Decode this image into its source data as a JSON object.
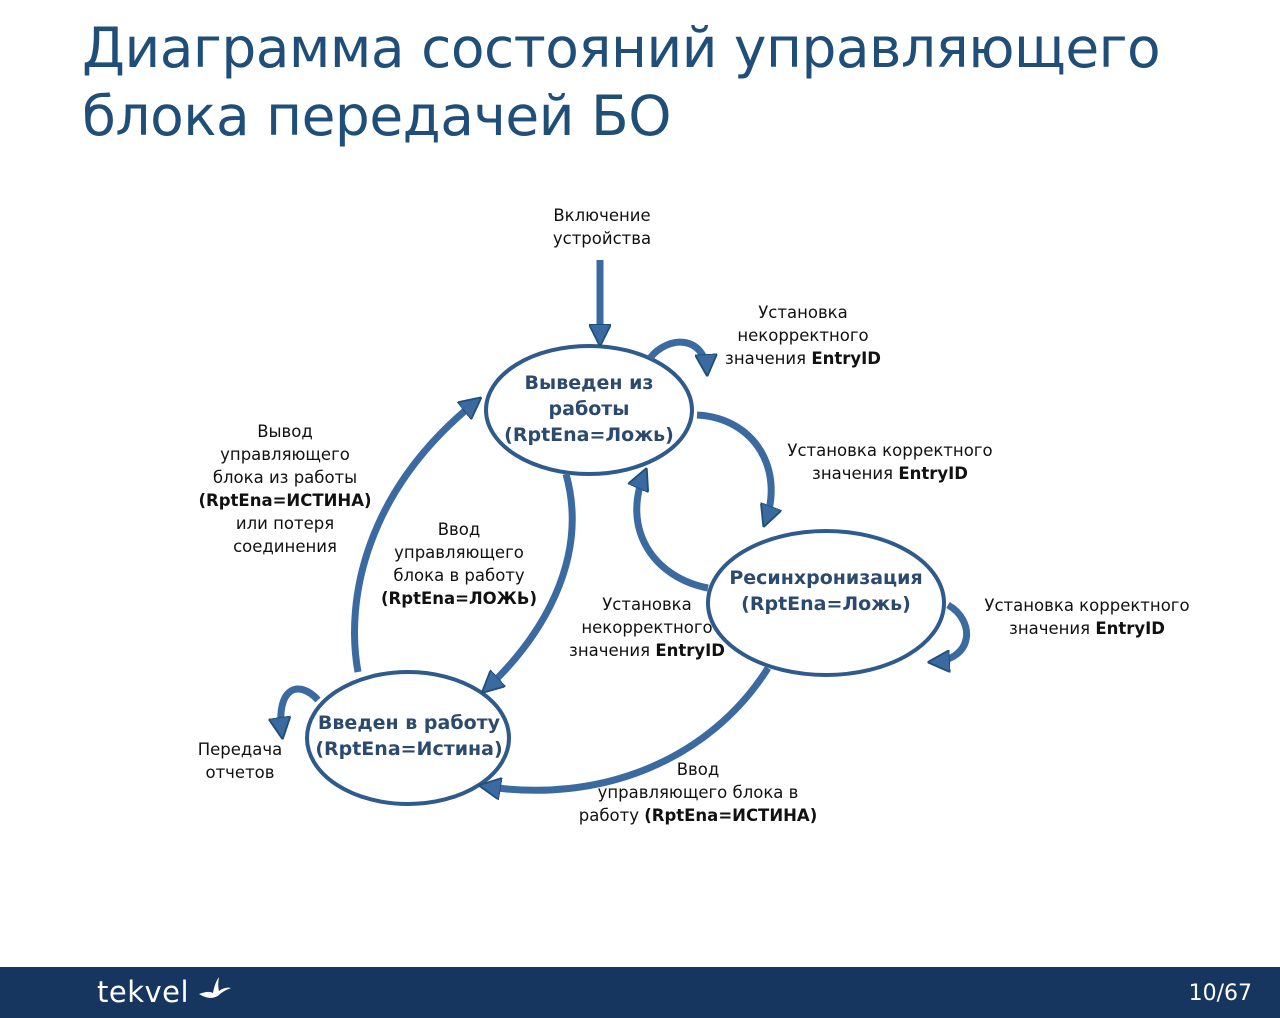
{
  "slide": {
    "title_line1": "Диаграмма состояний управляющего",
    "title_line2": "блока передачей БО",
    "page_number": "10/67",
    "logo_text": "tekvel"
  },
  "colors": {
    "title": "#1f4e79",
    "ellipse_stroke": "#2f5a8c",
    "arrow": "#3b6aa0",
    "footer": "#16365f",
    "state_text": "#2c4a6e"
  },
  "states": {
    "out_of_service": {
      "line1": "Выведен из",
      "line2": "работы",
      "line3": "(RptEna=Ложь)"
    },
    "resync": {
      "line1": "Ресинхронизация",
      "line2": "(RptEna=Ложь)"
    },
    "in_service": {
      "line1": "Введен в работу",
      "line2": "(RptEna=Истина)"
    }
  },
  "transitions": {
    "power_on": {
      "line1": "Включение",
      "line2": "устройства"
    },
    "self_loop_top": {
      "line1": "Установка",
      "line2": "некорректного",
      "line3_plain": "значения ",
      "line3_bold": "EntryID"
    },
    "to_resync": {
      "line1": "Установка корректного",
      "line2_plain": "значения ",
      "line2_bold": "EntryID"
    },
    "resync_to_out": {
      "line1": "Установка",
      "line2": "некорректного",
      "line3_plain": "значения ",
      "line3_bold": "EntryID"
    },
    "resync_self_loop": {
      "line1": "Установка корректного",
      "line2_plain": "значения ",
      "line2_bold": "EntryID"
    },
    "in_to_out": {
      "line1": "Вывод",
      "line2": "управляющего",
      "line3": "блока из работы",
      "line4_bold": "(RptEna=ИСТИНА)",
      "line5": "или потеря",
      "line6": "соединения"
    },
    "out_to_in": {
      "line1": "Ввод",
      "line2": "управляющего",
      "line3": "блока в работу",
      "line4_bold": "(RptEna=ЛОЖЬ)"
    },
    "resync_to_in": {
      "line1": "Ввод",
      "line2": "управляющего блока в",
      "line3_plain": "работу ",
      "line3_bold": "(RptEna=ИСТИНА)"
    },
    "in_self_loop": {
      "line1": "Передача",
      "line2": "отчетов"
    }
  }
}
